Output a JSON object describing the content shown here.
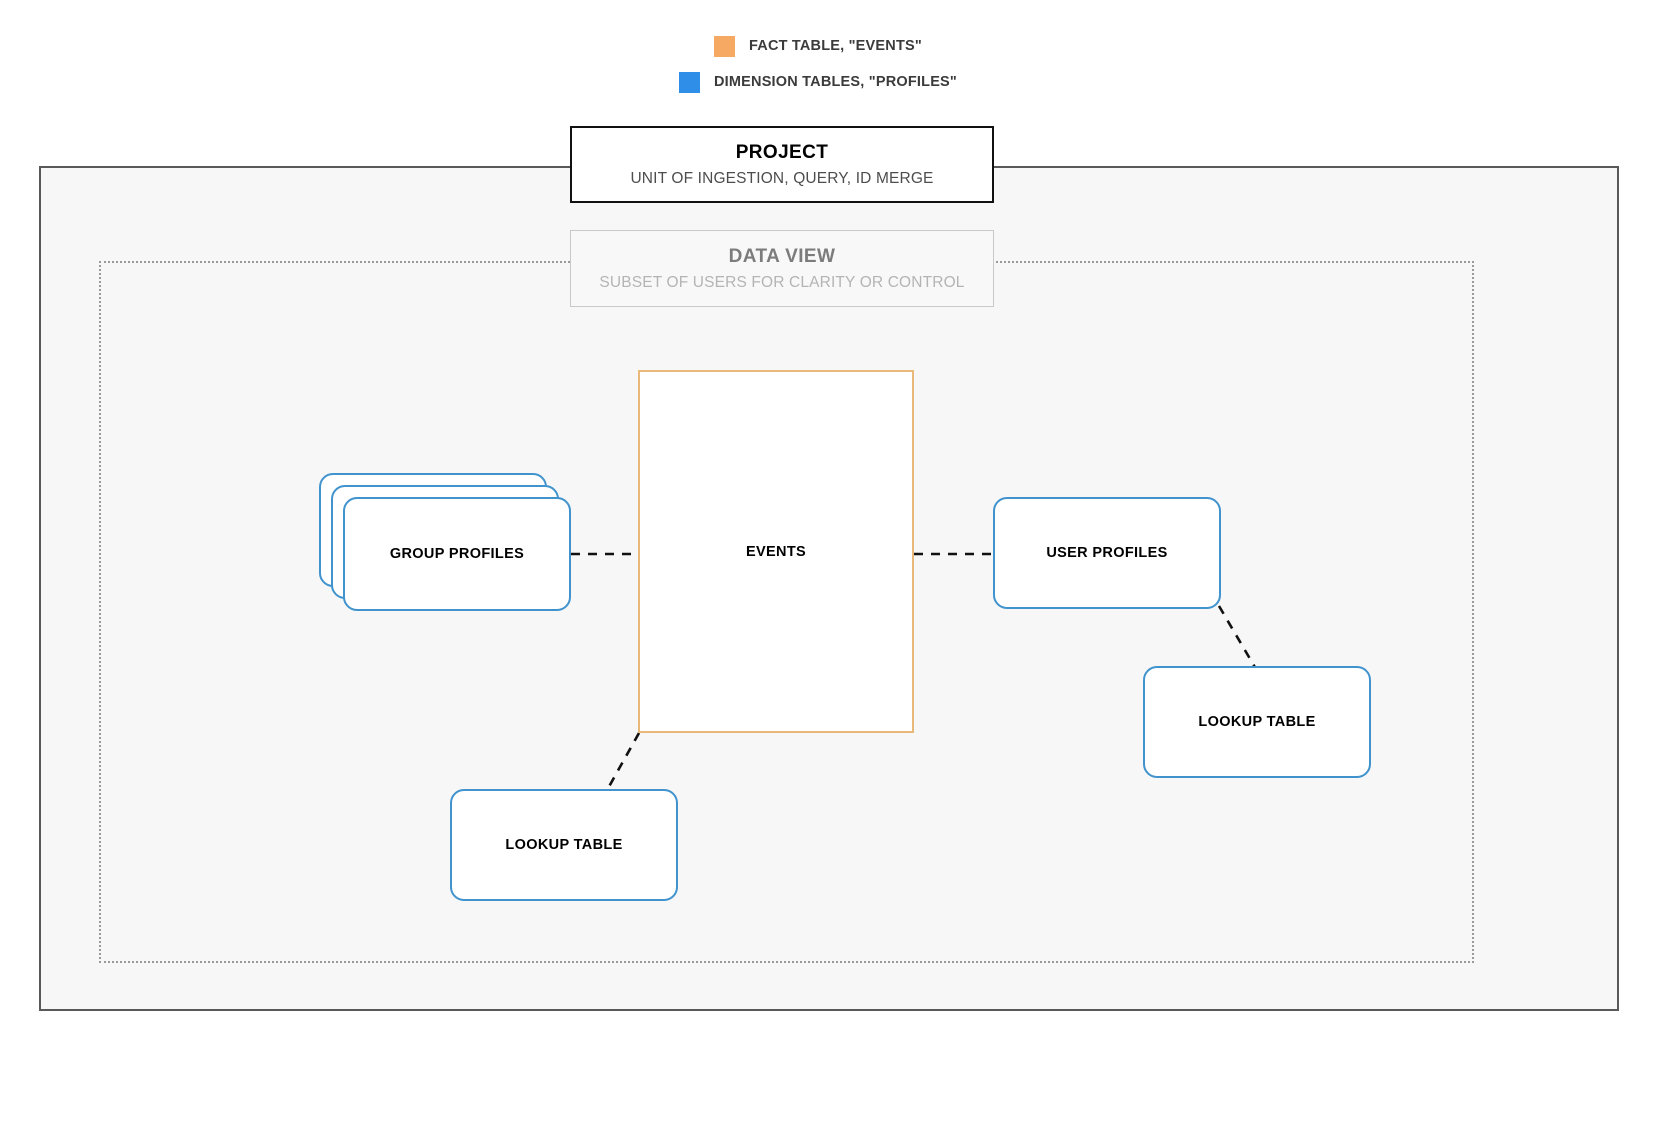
{
  "legend": {
    "items": [
      {
        "label": "FACT TABLE, \"EVENTS\"",
        "color": "#f5a962",
        "swatch_name": "fact-table-swatch"
      },
      {
        "label": "DIMENSION TABLES, \"PROFILES\"",
        "color": "#2f8fe8",
        "swatch_name": "dimension-tables-swatch"
      }
    ]
  },
  "project": {
    "title": "PROJECT",
    "subtitle": "UNIT OF INGESTION, QUERY, ID MERGE"
  },
  "data_view": {
    "title": "DATA VIEW",
    "subtitle": "SUBSET OF USERS FOR CLARITY OR CONTROL"
  },
  "nodes": {
    "events": {
      "label": "EVENTS"
    },
    "group_profiles": {
      "label": "GROUP PROFILES"
    },
    "user_profiles": {
      "label": "USER PROFILES"
    },
    "lookup_table_right": {
      "label": "LOOKUP TABLE"
    },
    "lookup_table_left": {
      "label": "LOOKUP TABLE"
    }
  },
  "colors": {
    "fact_table_accent": "#f5a962",
    "fact_table_border": "#e9b87b",
    "dimension_accent": "#2f8fe8",
    "dimension_border": "#4193ce",
    "project_frame": "#595959",
    "data_view_frame": "#9a9a9a",
    "canvas_background": "#f7f7f7",
    "connector": "#111111"
  }
}
